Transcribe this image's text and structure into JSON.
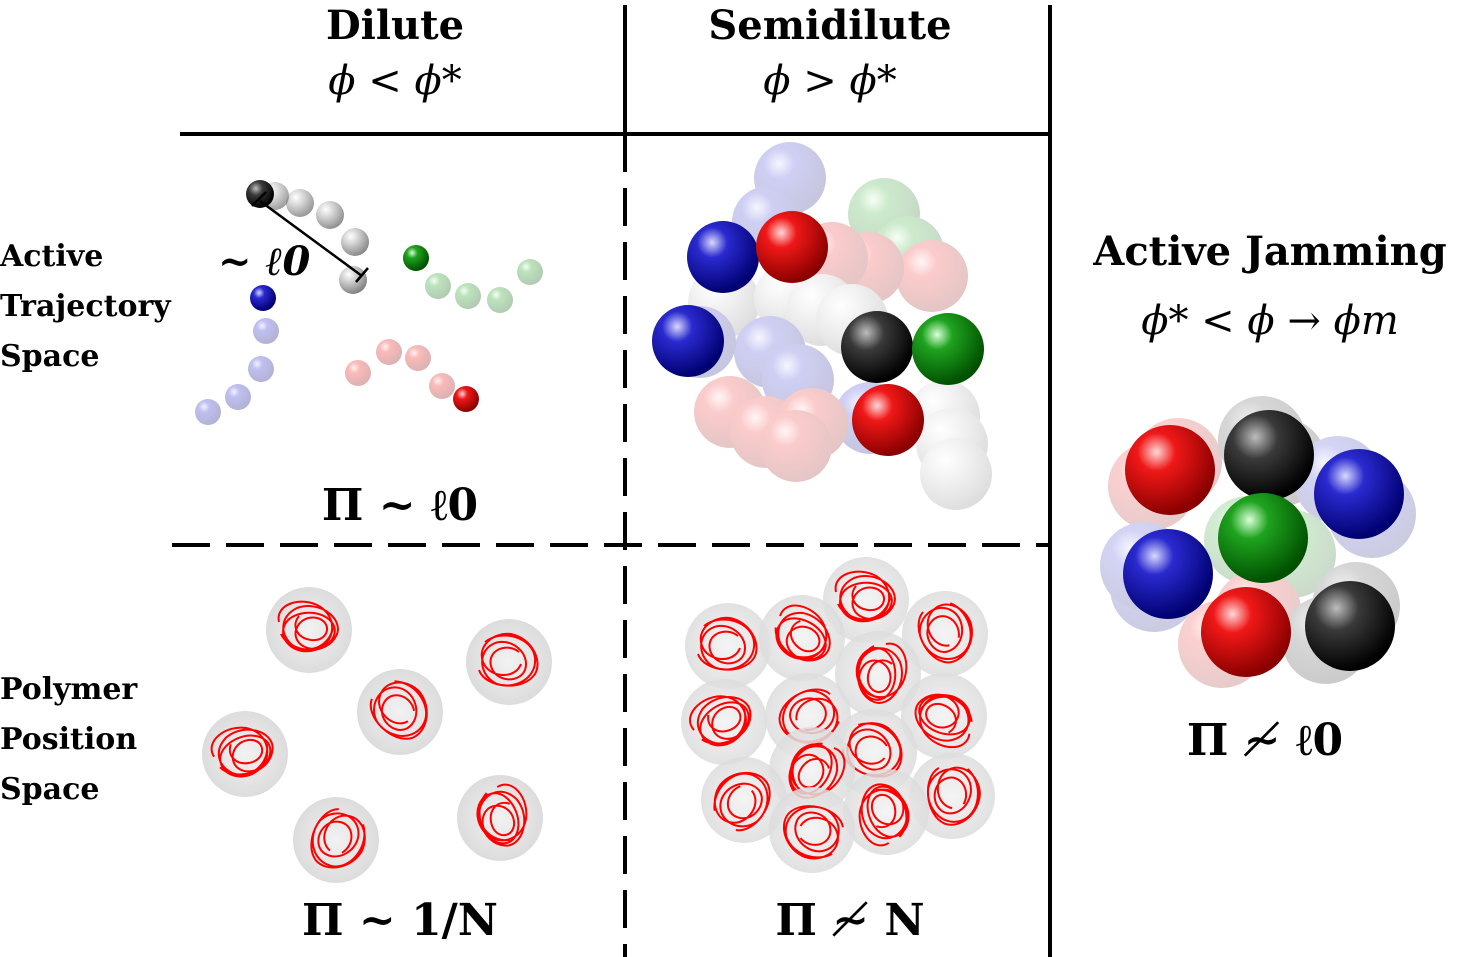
{
  "columns": {
    "dilute": {
      "title": "Dilute",
      "condition": "ϕ < ϕ*"
    },
    "semidilute": {
      "title": "Semidilute",
      "condition": "ϕ > ϕ*"
    },
    "jamming": {
      "title": "Active Jamming",
      "condition": "ϕ* < ϕ → ϕm"
    }
  },
  "rows": {
    "active": [
      "Active",
      "Trajectory",
      "Space"
    ],
    "polymer": [
      "Polymer",
      "Position",
      "Space"
    ]
  },
  "annotations": {
    "run_length": "~ ℓ0",
    "pi_dilute_active": "Π ~ ℓ0",
    "pi_dilute_polymer": "Π ~ 1/N",
    "pi_semidilute_polymer": "Π ≁ N",
    "pi_jamming": "Π ≁ ℓ0"
  },
  "colors": {
    "black": "#000000",
    "gray": "#8c8c8c",
    "blue": "#0000a0",
    "green": "#008000",
    "red": "#e00000",
    "coil": "#ff0000",
    "blob": "#e6e6e6"
  }
}
